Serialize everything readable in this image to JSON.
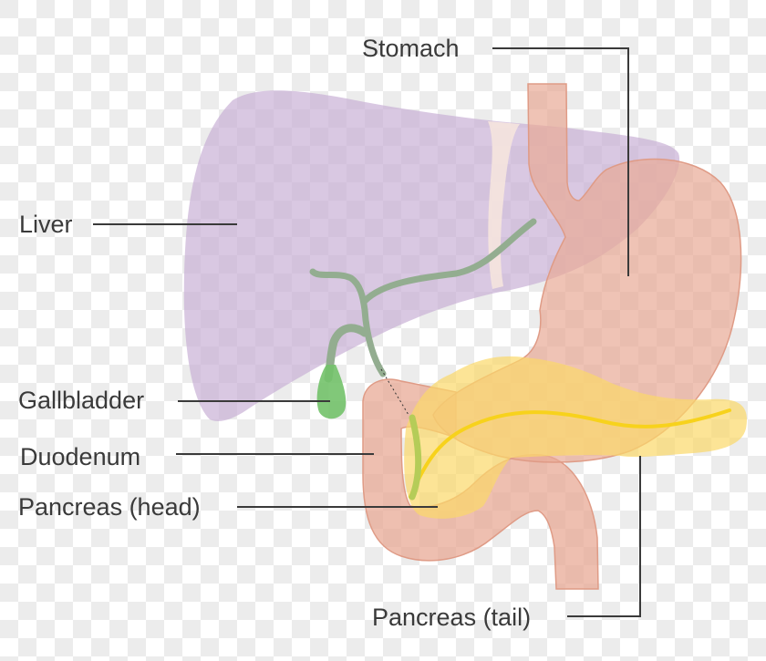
{
  "diagram": {
    "labels": {
      "stomach": "Stomach",
      "liver": "Liver",
      "gallbladder": "Gallbladder",
      "duodenum": "Duodenum",
      "pancreas_head": "Pancreas (head)",
      "pancreas_tail": "Pancreas (tail)"
    },
    "colors": {
      "liver": "#c9b0d6",
      "stomach": "#e8a996",
      "duodenum": "#e8a996",
      "pancreas": "#fbd96a",
      "gallbladder": "#73c26a",
      "bile_duct": "#93ad90",
      "pancreatic_duct": "#f7d21c",
      "ligament": "#f5e4de",
      "leader_line": "#3a3a3a",
      "label_text": "#3a3a3a"
    }
  }
}
